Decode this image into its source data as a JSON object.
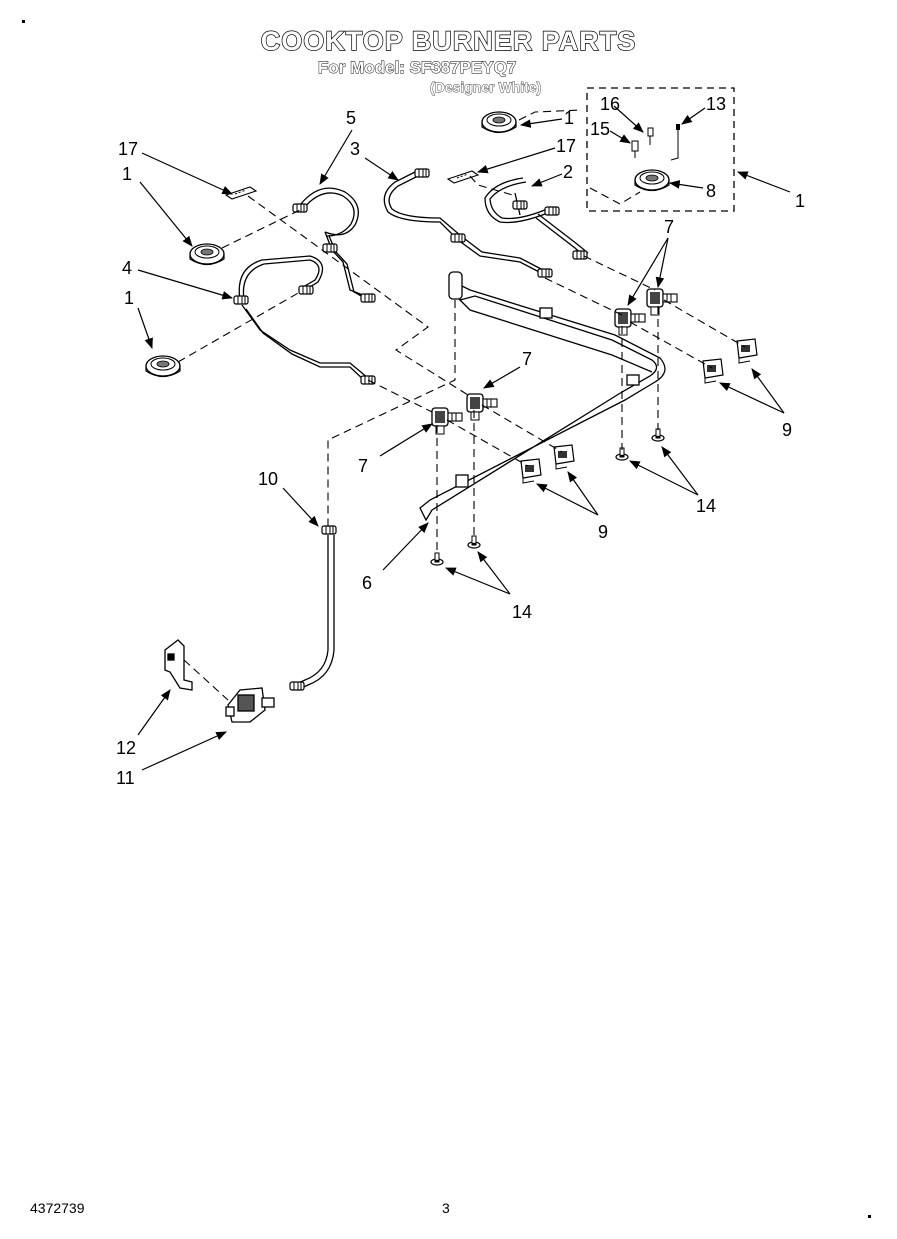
{
  "header": {
    "title": "COOKTOP BURNER PARTS",
    "model_line": "For Model: SF387PEYQ7",
    "subtitle": "(Designer White)"
  },
  "footer": {
    "doc_number": "4372739",
    "page_number": "3"
  },
  "callouts": [
    {
      "id": "c17a",
      "text": "17"
    },
    {
      "id": "c5",
      "text": "5"
    },
    {
      "id": "c1a",
      "text": "1"
    },
    {
      "id": "c3",
      "text": "3"
    },
    {
      "id": "c1b",
      "text": "1"
    },
    {
      "id": "c17b",
      "text": "17"
    },
    {
      "id": "c2",
      "text": "2"
    },
    {
      "id": "c16",
      "text": "16"
    },
    {
      "id": "c13",
      "text": "13"
    },
    {
      "id": "c15",
      "text": "15"
    },
    {
      "id": "c8",
      "text": "8"
    },
    {
      "id": "c1c",
      "text": "1"
    },
    {
      "id": "c4",
      "text": "4"
    },
    {
      "id": "c1d",
      "text": "1"
    },
    {
      "id": "c7a",
      "text": "7"
    },
    {
      "id": "c7b",
      "text": "7"
    },
    {
      "id": "c7c",
      "text": "7"
    },
    {
      "id": "c9a",
      "text": "9"
    },
    {
      "id": "c9b",
      "text": "9"
    },
    {
      "id": "c14a",
      "text": "14"
    },
    {
      "id": "c14b",
      "text": "14"
    },
    {
      "id": "c10",
      "text": "10"
    },
    {
      "id": "c6",
      "text": "6"
    },
    {
      "id": "c12",
      "text": "12"
    },
    {
      "id": "c11",
      "text": "11"
    }
  ]
}
